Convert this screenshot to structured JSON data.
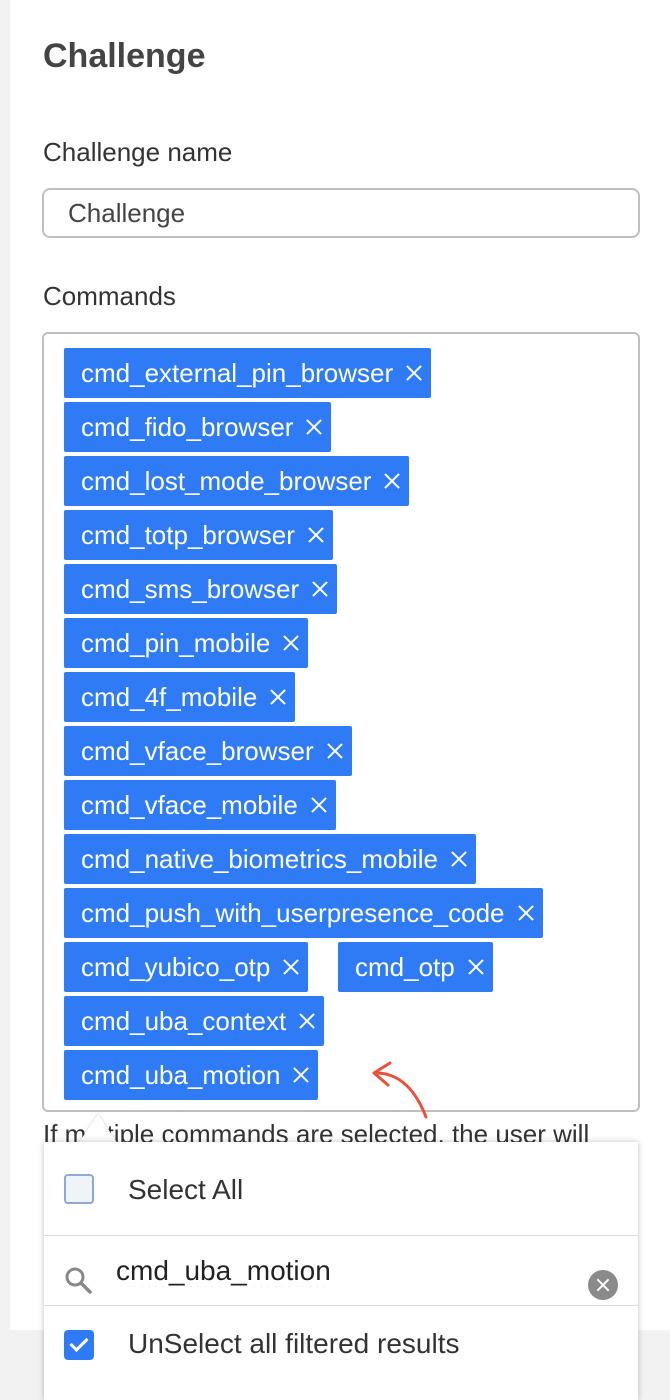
{
  "page": {
    "title": "Challenge"
  },
  "form": {
    "name_label": "Challenge name",
    "name_value": "Challenge",
    "commands_label": "Commands",
    "help_text": "If multiple commands are selected, the user will"
  },
  "selected_commands": [
    "cmd_external_pin_browser",
    "cmd_fido_browser",
    "cmd_lost_mode_browser",
    "cmd_totp_browser",
    "cmd_sms_browser",
    "cmd_pin_mobile",
    "cmd_4f_mobile",
    "cmd_vface_browser",
    "cmd_vface_mobile",
    "cmd_native_biometrics_mobile",
    "cmd_push_with_userpresence_code",
    "cmd_yubico_otp",
    "cmd_otp",
    "cmd_uba_context",
    "cmd_uba_motion"
  ],
  "dropdown": {
    "select_all_label": "Select All",
    "select_all_checked": false,
    "search_value": "cmd_uba_motion",
    "unselect_filtered_label": "UnSelect all filtered results",
    "unselect_filtered_checked": true
  },
  "colors": {
    "tag_background": "#2f7bf5",
    "annotation_arrow": "#e8513a"
  },
  "icons": {
    "tag_remove": "close-icon",
    "search": "search-icon",
    "clear": "clear-icon"
  }
}
